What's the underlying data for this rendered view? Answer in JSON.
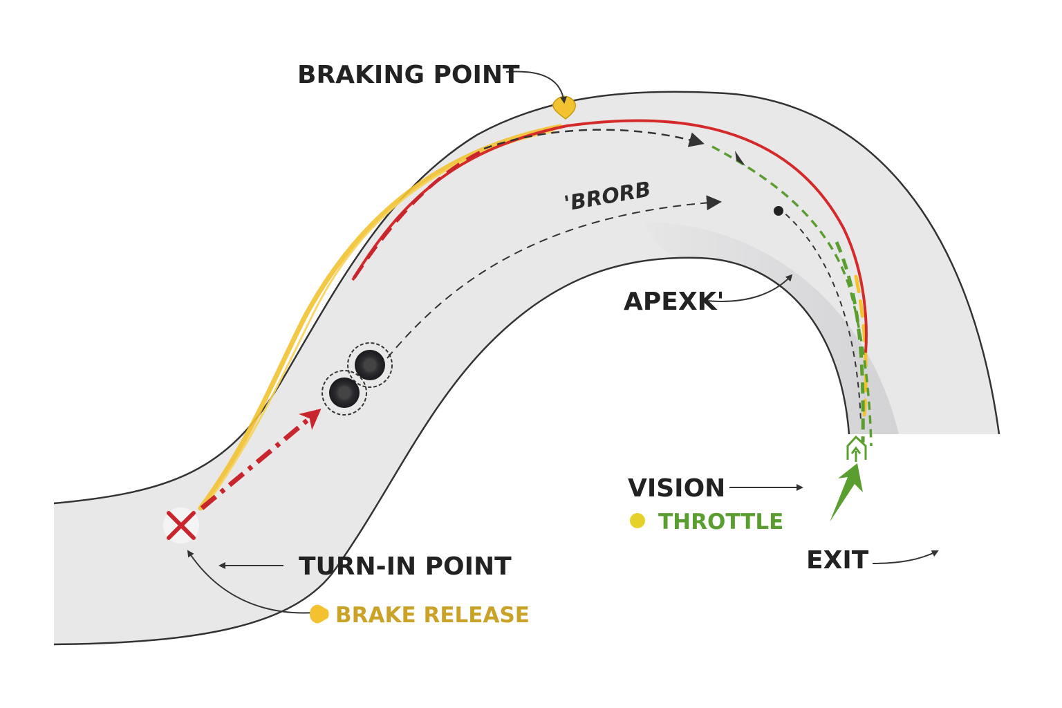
{
  "labels": {
    "braking_point": "BRAKING POINT",
    "brorb": "'BRORB",
    "apex": "APEXK'",
    "vision": "VISION",
    "throttle": "THROTTLE",
    "exit": "EXIT",
    "turn_in_point": "TURN-IN POINT",
    "brake_release": "BRAKE RELEASE"
  },
  "colors": {
    "track": "#e8e8e9",
    "track_edge": "#333333",
    "racing_line": "#d42a2a",
    "brake_zone": "#f2c230",
    "throttle": "#5a9e2f",
    "guide_line": "#333333",
    "brake_release_text": "#c9a227",
    "throttle_text": "#5a9e2f"
  },
  "icons": {
    "turn_in_marker": "x-mark-icon",
    "braking_marker": "yellow-pin-icon",
    "steering": "wheel-icon",
    "exit_arrow": "green-arrow-icon"
  }
}
